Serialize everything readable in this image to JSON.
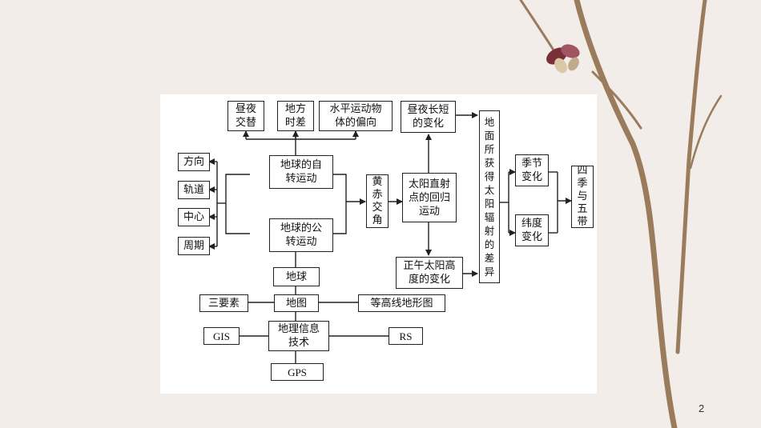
{
  "slide": {
    "page_number": "2",
    "background_color": "#f2ede8",
    "panel_color": "#ffffff"
  },
  "nodes": {
    "day_night_alternation": "昼夜\n交替",
    "local_time_difference": "地方\n时差",
    "horizontal_deflection": "水平运动物\n体的偏向",
    "earth_rotation": "地球的自\n转运动",
    "direction": "方向",
    "orbit": "轨道",
    "center": "中心",
    "period": "周期",
    "earth_revolution": "地球的公\n转运动",
    "obliquity": "黄\n赤\n交\n角",
    "subsolar_migration": "太阳直射\n点的回归\n运动",
    "day_length_change": "昼夜长短\n的变化",
    "noon_altitude_change": "正午太阳高\n度的变化",
    "radiation_difference": "地\n面\n所\n获\n得\n太\n阳\n辐\n射\n的\n差\n异",
    "season_change": "季节\n变化",
    "latitude_change": "纬度\n变化",
    "seasons_zones": "四\n季\n与\n五\n带",
    "earth": "地球",
    "map": "地图",
    "three_elements": "三要素",
    "contour_map": "等高线地形图",
    "geo_info_tech": "地理信息\n技术",
    "gis": "GIS",
    "rs": "RS",
    "gps": "GPS"
  }
}
